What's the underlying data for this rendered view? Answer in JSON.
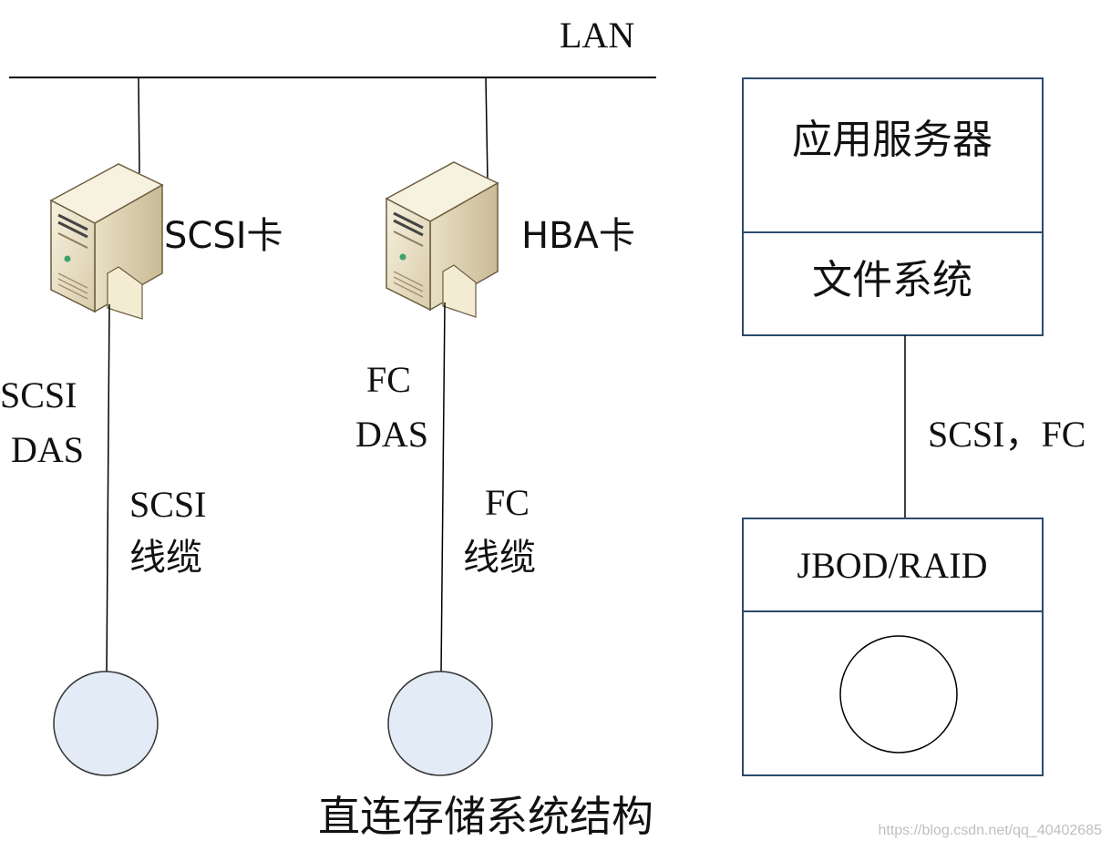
{
  "lan_label": "LAN",
  "left_server": {
    "card_label": "SCSI卡",
    "das_label": [
      "SCSI",
      "DAS"
    ],
    "cable_label": [
      "SCSI",
      "线缆"
    ]
  },
  "middle_server": {
    "card_label": "HBA卡",
    "das_label": [
      "FC",
      "DAS"
    ],
    "cable_label": [
      "FC",
      "线缆"
    ]
  },
  "right_stack": {
    "app_server_label": "应用服务器",
    "file_system_label": "文件系统",
    "connection_label": "SCSI，FC",
    "storage_label": "JBOD/RAID"
  },
  "title": "直连存储系统结构",
  "watermark": "https://blog.csdn.net/qq_40402685",
  "colors": {
    "line": "#000000",
    "box_border": "#2c4a6e",
    "disk_fill": "#e3ebf6",
    "server_body": "#efe6cf",
    "server_shade": "#cfc2a0"
  }
}
